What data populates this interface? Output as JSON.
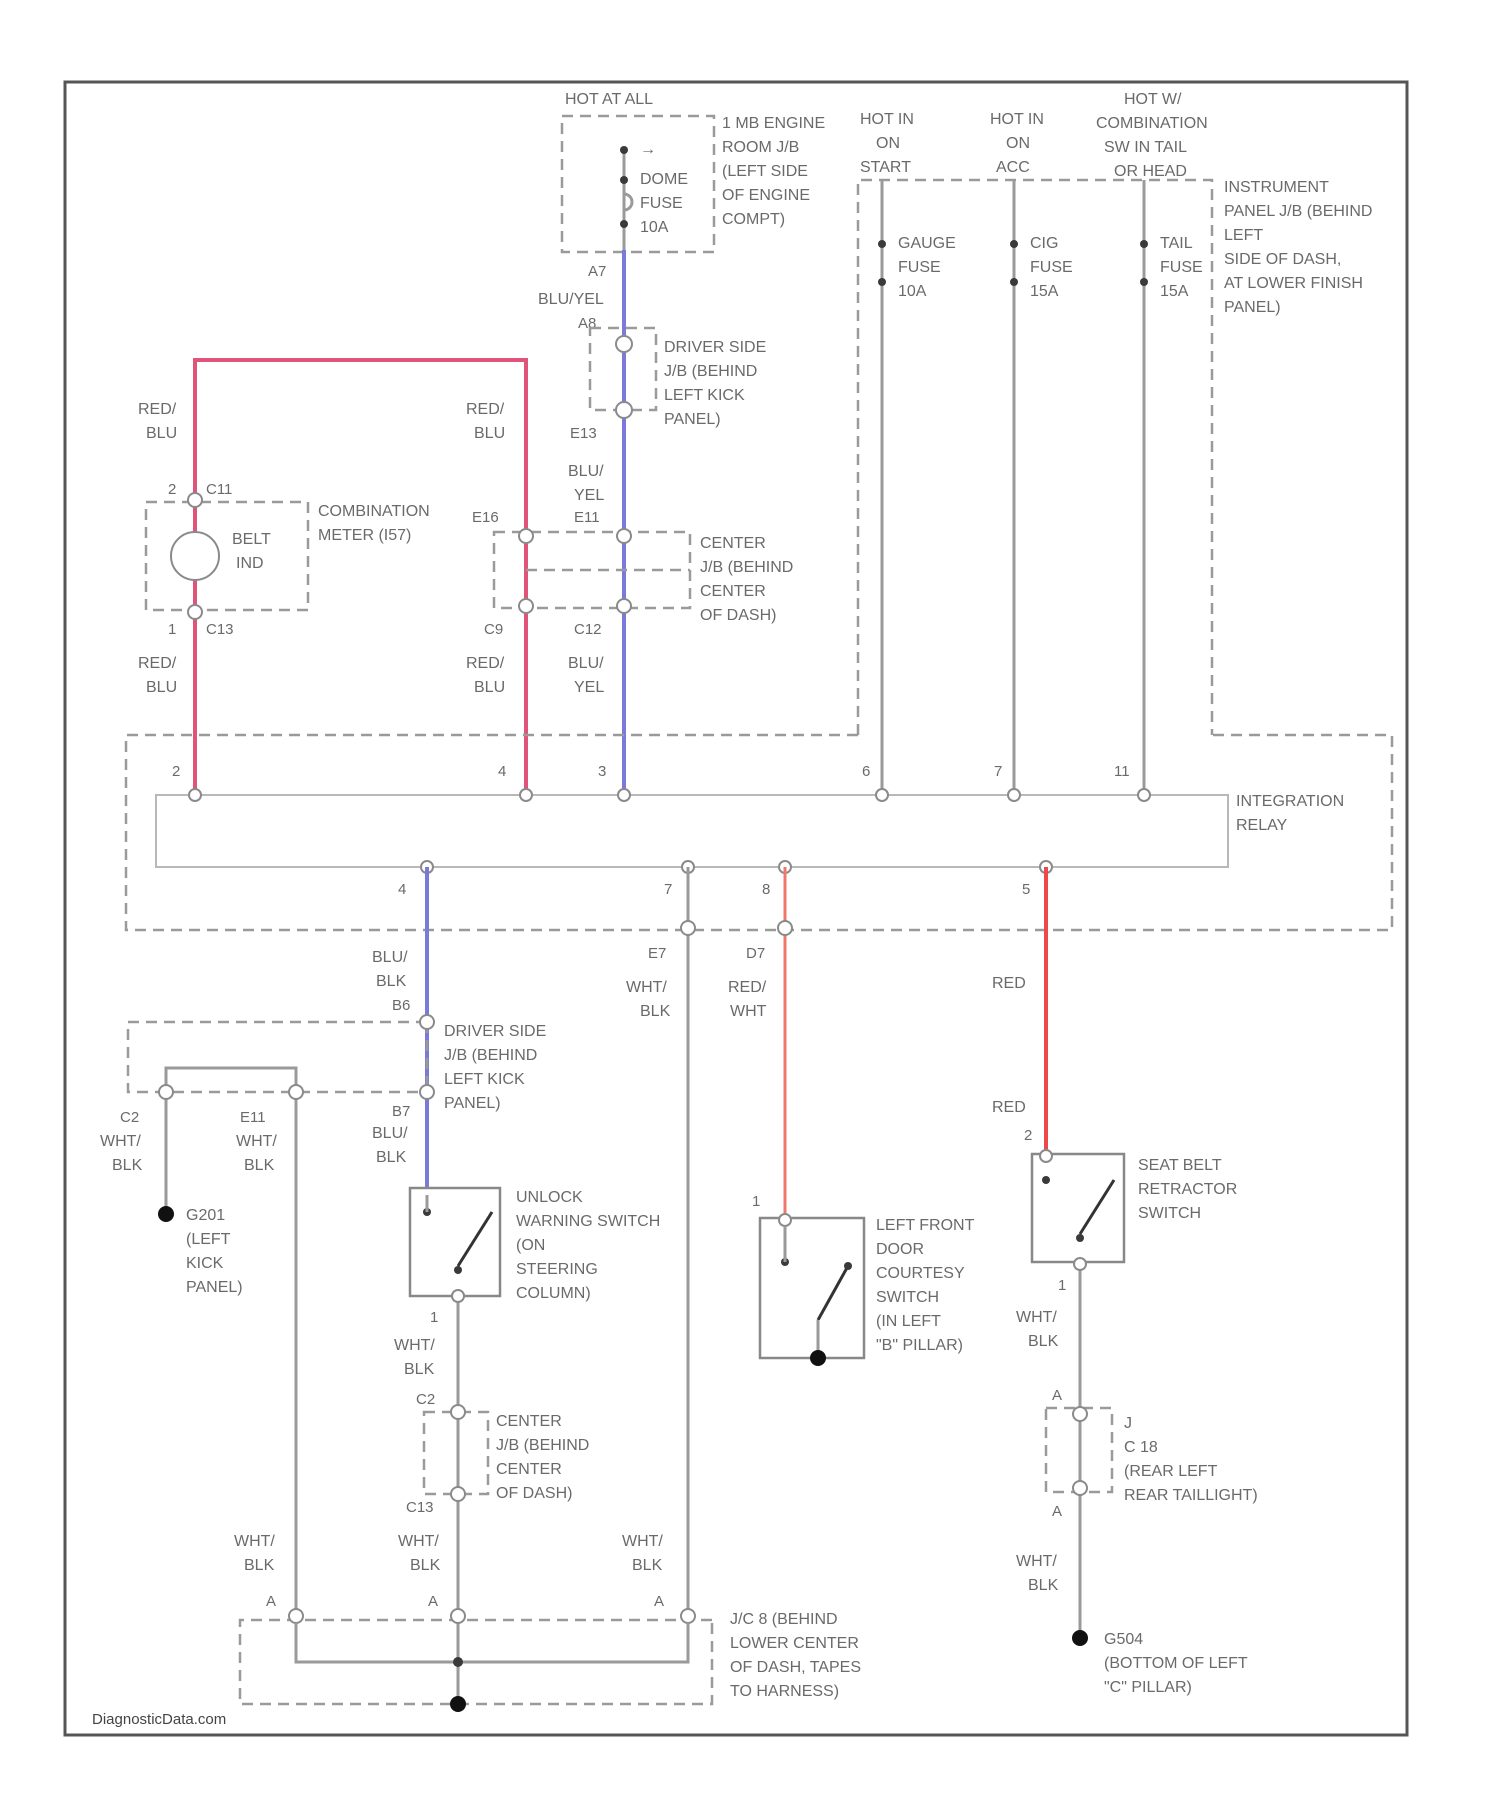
{
  "power": {
    "hot_at_all": "HOT AT ALL",
    "hot_start": [
      "HOT IN",
      "ON",
      "START"
    ],
    "hot_acc": [
      "HOT IN",
      "ON",
      "ACC"
    ],
    "hot_tail": [
      "HOT W/",
      "COMBINATION",
      "SW IN TAIL",
      "OR HEAD"
    ]
  },
  "fuses": {
    "dome": [
      "DOME",
      "FUSE",
      "10A"
    ],
    "gauge": [
      "GAUGE",
      "FUSE",
      "10A"
    ],
    "cig": [
      "CIG",
      "FUSE",
      "15A"
    ],
    "tail": [
      "TAIL",
      "FUSE",
      "15A"
    ]
  },
  "junction_blocks": {
    "engine_room": [
      "1 MB ENGINE",
      "ROOM J/B",
      "(LEFT SIDE",
      "OF ENGINE",
      "COMPT)"
    ],
    "instrument_panel": [
      "INSTRUMENT",
      "PANEL J/B (BEHIND",
      "LEFT",
      "SIDE OF DASH,",
      "AT LOWER FINISH",
      "PANEL)"
    ],
    "driver_side_1": [
      "DRIVER SIDE",
      "J/B (BEHIND",
      "LEFT KICK",
      "PANEL)"
    ],
    "center_1": [
      "CENTER",
      "J/B (BEHIND",
      "CENTER",
      "OF DASH)"
    ],
    "driver_side_2": [
      "DRIVER SIDE",
      "J/B (BEHIND",
      "LEFT KICK",
      "PANEL)"
    ],
    "center_2": [
      "CENTER",
      "J/B (BEHIND",
      "CENTER",
      "OF DASH)"
    ],
    "jc": [
      "J/C 8 (BEHIND",
      "LOWER CENTER",
      "OF DASH, TAPES",
      "TO HARNESS)"
    ],
    "c18": [
      "J",
      "C 18",
      "(REAR LEFT",
      "REAR TAILLIGHT)"
    ]
  },
  "components": {
    "combination_meter": [
      "COMBINATION",
      "METER (I57)"
    ],
    "belt_ind": [
      "BELT",
      "IND"
    ],
    "integration_relay": [
      "INTEGRATION",
      "RELAY"
    ],
    "unlock_switch": [
      "UNLOCK",
      "WARNING SWITCH",
      "(ON",
      "STEERING",
      "COLUMN)"
    ],
    "door_switch": [
      "LEFT FRONT",
      "DOOR",
      "COURTESY",
      "SWITCH",
      "(IN LEFT",
      "\"B\" PILLAR)"
    ],
    "retractor_switch": [
      "SEAT BELT",
      "RETRACTOR",
      "SWITCH"
    ]
  },
  "grounds": {
    "g201": [
      "G201",
      "(LEFT",
      "KICK",
      "PANEL)"
    ],
    "g504": [
      "G504",
      "(BOTTOM OF LEFT",
      "\"C\" PILLAR)"
    ]
  },
  "wire_colors": {
    "blu_yel": "BLU/YEL",
    "red_blu": [
      "RED/",
      "BLU"
    ],
    "blu_yel_split": [
      "BLU/",
      "YEL"
    ],
    "blu_blk": [
      "BLU/",
      "BLK"
    ],
    "wht_blk": [
      "WHT/",
      "BLK"
    ],
    "red_wht": [
      "RED/",
      "WHT"
    ],
    "red": "RED"
  },
  "connector_labels": {
    "c11": "C11",
    "c13": "C13",
    "c9": "C9",
    "c12": "C12",
    "c13b": "C13",
    "a7": "A7",
    "a8": "A8",
    "e13": "E13",
    "e16": "E16",
    "e11": "E11",
    "b6": "B6",
    "b7": "B7",
    "e7": "E7",
    "d7": "D7",
    "c2": "C2",
    "e11b": "E11",
    "c2b": "C2",
    "x1": "2",
    "x2": "1",
    "r2": "2",
    "r4": "4",
    "r3": "3",
    "r6": "6",
    "r7": "7",
    "r11": "11",
    "r4b": "4",
    "r7b": "7",
    "r8": "8",
    "r5": "5",
    "sw1": "1",
    "dsw1": "1",
    "rsw2": "2",
    "rsw1": "1",
    "ja": "A",
    "ja2": "A",
    "jc_a1": "A",
    "jc_a2": "A",
    "jc_a3": "A"
  },
  "watermark": "DiagnosticData.com"
}
